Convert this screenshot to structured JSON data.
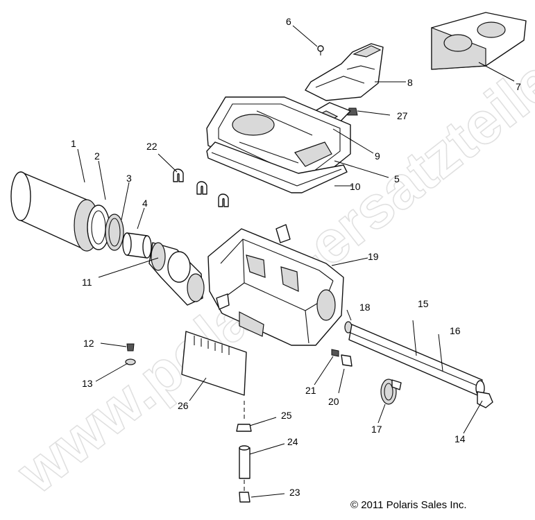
{
  "watermark": "www.polaris-ersatzteile.de",
  "copyright": "© 2011 Polaris Sales Inc.",
  "callouts": [
    {
      "id": "c1",
      "label": "1"
    },
    {
      "id": "c2",
      "label": "2"
    },
    {
      "id": "c3",
      "label": "3"
    },
    {
      "id": "c4",
      "label": "4"
    },
    {
      "id": "c5",
      "label": "5"
    },
    {
      "id": "c6",
      "label": "6"
    },
    {
      "id": "c7",
      "label": "7"
    },
    {
      "id": "c8",
      "label": "8"
    },
    {
      "id": "c9",
      "label": "9"
    },
    {
      "id": "c10",
      "label": "10"
    },
    {
      "id": "c11",
      "label": "11"
    },
    {
      "id": "c12",
      "label": "12"
    },
    {
      "id": "c13",
      "label": "13"
    },
    {
      "id": "c14",
      "label": "14"
    },
    {
      "id": "c15",
      "label": "15"
    },
    {
      "id": "c16",
      "label": "16"
    },
    {
      "id": "c17",
      "label": "17"
    },
    {
      "id": "c18",
      "label": "18"
    },
    {
      "id": "c19",
      "label": "19"
    },
    {
      "id": "c20",
      "label": "20"
    },
    {
      "id": "c21",
      "label": "21"
    },
    {
      "id": "c22",
      "label": "22"
    },
    {
      "id": "c23",
      "label": "23"
    },
    {
      "id": "c24",
      "label": "24"
    },
    {
      "id": "c25",
      "label": "25"
    },
    {
      "id": "c26",
      "label": "26"
    },
    {
      "id": "c27",
      "label": "27"
    }
  ]
}
